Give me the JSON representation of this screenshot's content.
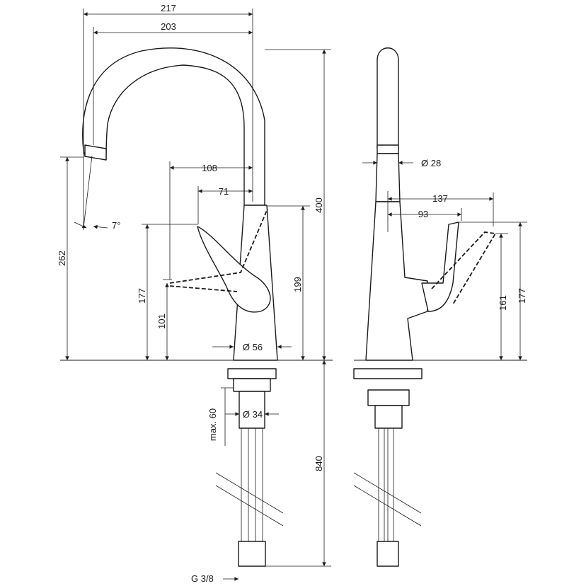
{
  "front_view": {
    "dim_width_outer": "217",
    "dim_width_spout": "203",
    "dim_lever_far": "108",
    "dim_lever_near": "71",
    "dim_angle": "7°",
    "dim_height_total": "400",
    "dim_spout_height": "262",
    "dim_lever_height": "177",
    "dim_lever_low": "101",
    "dim_body_height": "199",
    "dim_base_diameter": "Ø 56",
    "dim_thread_diameter": "Ø 34",
    "dim_max_deck": "max. 60",
    "dim_hose_length": "840",
    "dim_connection": "G 3/8"
  },
  "side_view": {
    "dim_spout_diameter": "Ø 28",
    "dim_reach_outer": "137",
    "dim_reach_inner": "93",
    "dim_height_lever": "161",
    "dim_height_lever_open": "177"
  }
}
